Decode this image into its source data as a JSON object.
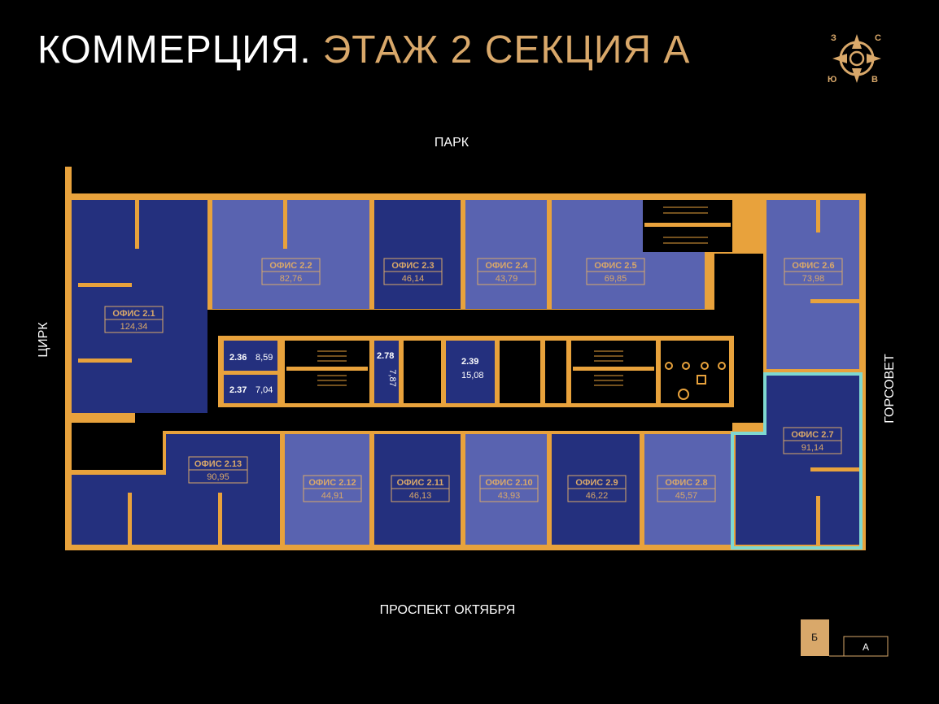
{
  "title": {
    "part1": "КОММЕРЦИЯ.",
    "part2": "ЭТАЖ 2 СЕКЦИЯ А"
  },
  "streets": {
    "top": "ПАРК",
    "bottom": "ПРОСПЕКТ ОКТЯБРЯ",
    "left": "ЦИРК",
    "right": "ГОРСОВЕТ"
  },
  "offices": [
    {
      "id": "2.1",
      "name": "ОФИС 2.1",
      "area": "124,34"
    },
    {
      "id": "2.2",
      "name": "ОФИС 2.2",
      "area": "82,76"
    },
    {
      "id": "2.3",
      "name": "ОФИС 2.3",
      "area": "46,14"
    },
    {
      "id": "2.4",
      "name": "ОФИС 2.4",
      "area": "43,79"
    },
    {
      "id": "2.5",
      "name": "ОФИС 2.5",
      "area": "69,85"
    },
    {
      "id": "2.6",
      "name": "ОФИС 2.6",
      "area": "73,98"
    },
    {
      "id": "2.7",
      "name": "ОФИС 2.7",
      "area": "91,14"
    },
    {
      "id": "2.8",
      "name": "ОФИС 2.8",
      "area": "45,57"
    },
    {
      "id": "2.9",
      "name": "ОФИС 2.9",
      "area": "46,22"
    },
    {
      "id": "2.10",
      "name": "ОФИС 2.10",
      "area": "43,93"
    },
    {
      "id": "2.11",
      "name": "ОФИС 2.11",
      "area": "46,13"
    },
    {
      "id": "2.12",
      "name": "ОФИС 2.12",
      "area": "44,91"
    },
    {
      "id": "2.13",
      "name": "ОФИС 2.13",
      "area": "90,95"
    }
  ],
  "small_rooms": [
    {
      "id": "2.36",
      "label": "2.36",
      "area": "8,59"
    },
    {
      "id": "2.37",
      "label": "2.37",
      "area": "7,04"
    },
    {
      "id": "2.78",
      "label": "2.78",
      "area": "7,87"
    },
    {
      "id": "2.39",
      "label": "2.39",
      "area": "15,08"
    }
  ],
  "sections": {
    "b": "Б",
    "a": "А"
  },
  "compass": {
    "n": "С",
    "s": "Ю",
    "e": "В",
    "w": "З"
  },
  "colors": {
    "accent": "#d9a86a",
    "wall": "#e8a23c",
    "dark_room": "#24307e",
    "light_room": "#5963b0",
    "highlight": "#7fd8d0",
    "background": "#000000"
  }
}
